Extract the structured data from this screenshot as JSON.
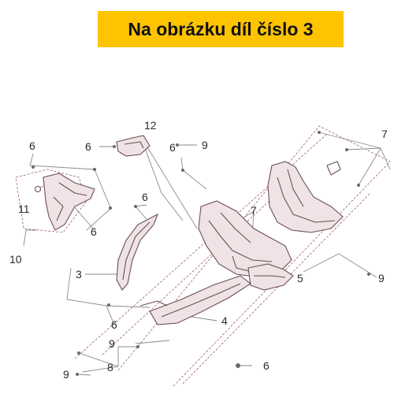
{
  "banner": {
    "title": "Na obrázku díl číslo 3",
    "background": "#ffc400"
  },
  "callouts": {
    "c1": "6",
    "c2": "12",
    "c3": "6",
    "c4": "6",
    "c5": "9",
    "c6": "7",
    "c7": "6",
    "c8": "11",
    "c9": "6",
    "c10": "10",
    "c11": "7",
    "c12": "3",
    "c13": "5",
    "c14": "9",
    "c15": "6",
    "c16": "4",
    "c17": "9",
    "c18": "8",
    "c19": "9",
    "c20": "6"
  }
}
